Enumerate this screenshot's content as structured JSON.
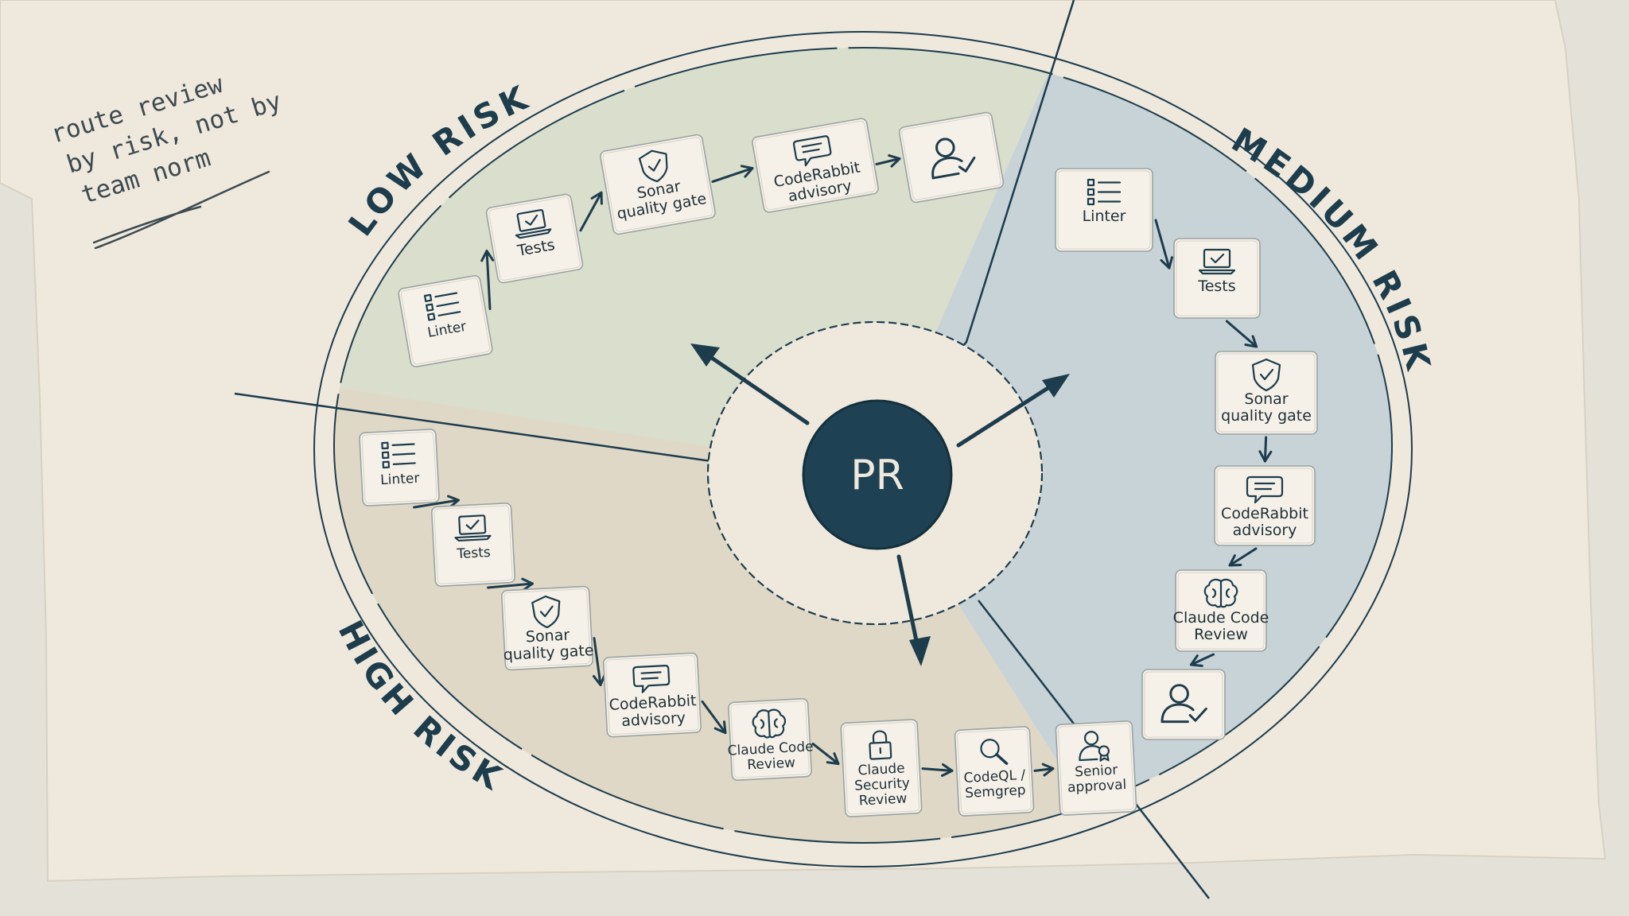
{
  "note": {
    "lines": [
      "route review",
      "by risk, not by",
      "team norm"
    ]
  },
  "center": {
    "label": "PR"
  },
  "zones": {
    "low": {
      "label": "LOW RISK",
      "steps": [
        {
          "icon": "checklist-icon",
          "label": "Linter"
        },
        {
          "icon": "laptop-check-icon",
          "label": "Tests"
        },
        {
          "icon": "shield-check-icon",
          "label": "Sonar\nquality gate"
        },
        {
          "icon": "speech-bubble-icon",
          "label": "CodeRabbit\nadvisory"
        },
        {
          "icon": "person-check-icon",
          "label": ""
        }
      ]
    },
    "medium": {
      "label": "MEDIUM RISK",
      "steps": [
        {
          "icon": "checklist-icon",
          "label": "Linter"
        },
        {
          "icon": "laptop-check-icon",
          "label": "Tests"
        },
        {
          "icon": "shield-check-icon",
          "label": "Sonar\nquality gate"
        },
        {
          "icon": "speech-bubble-icon",
          "label": "CodeRabbit\nadvisory"
        },
        {
          "icon": "brain-icon",
          "label": "Claude Code\nReview"
        },
        {
          "icon": "person-check-icon",
          "label": ""
        }
      ]
    },
    "high": {
      "label": "HIGH RISK",
      "steps": [
        {
          "icon": "checklist-icon",
          "label": "Linter"
        },
        {
          "icon": "laptop-check-icon",
          "label": "Tests"
        },
        {
          "icon": "shield-check-icon",
          "label": "Sonar\nquality gate"
        },
        {
          "icon": "speech-bubble-icon",
          "label": "CodeRabbit\nadvisory"
        },
        {
          "icon": "brain-icon",
          "label": "Claude Code\nReview"
        },
        {
          "icon": "padlock-icon",
          "label": "Claude\nSecurity\nReview"
        },
        {
          "icon": "magnifier-icon",
          "label": "CodeQL /\nSemgrep"
        },
        {
          "icon": "person-badge-icon",
          "label": "Senior\napproval"
        }
      ]
    }
  },
  "colors": {
    "ink": "#1d3c4c",
    "paper": "#efe9dd",
    "low_fill": "#d7ddca",
    "medium_fill": "#c3d0d6",
    "high_fill": "#ddd6c4",
    "pr_fill": "#1e4254"
  }
}
